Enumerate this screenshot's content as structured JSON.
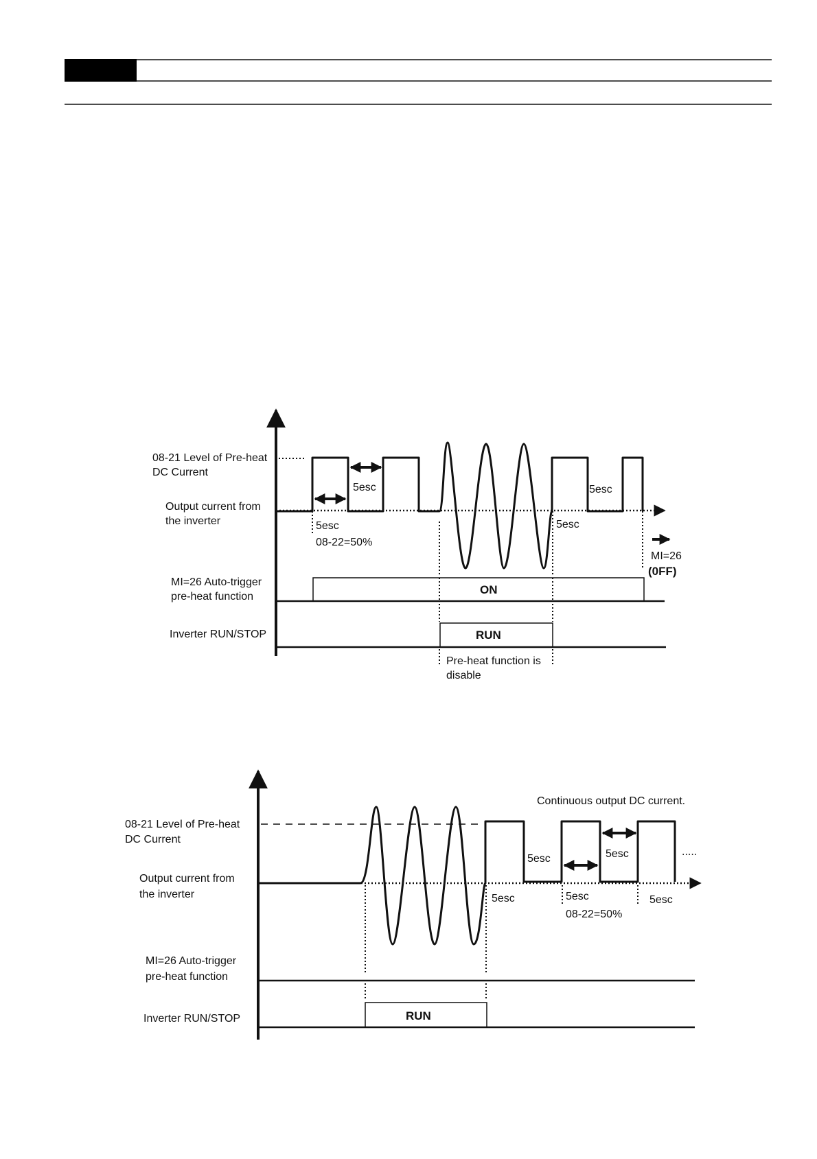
{
  "colors": {
    "ink": "#111111",
    "header_block": "#000000"
  },
  "diagram1": {
    "level_label": [
      "08-21 Level of Pre-heat",
      "DC Current"
    ],
    "output_label": [
      "Output current from",
      "the inverter"
    ],
    "mi_label": [
      "MI=26 Auto-trigger",
      "pre-heat function"
    ],
    "run_stop_label": "Inverter RUN/STOP",
    "sec_a": "5esc",
    "sec_b": "5esc",
    "sec_c": "5esc",
    "sec_d": "5esc",
    "duty": "08-22=50%",
    "mi_off": [
      "MI=26",
      "(0FF)"
    ],
    "on_label": "ON",
    "run_label": "RUN",
    "disable_note": [
      "Pre-heat function is",
      "disable"
    ]
  },
  "diagram2": {
    "continuous_note": "Continuous output DC current.",
    "level_label": [
      "08-21 Level of Pre-heat",
      "DC Current"
    ],
    "output_label": [
      "Output current from",
      "the inverter"
    ],
    "mi_label": [
      "MI=26 Auto-trigger",
      "pre-heat function"
    ],
    "run_stop_label": "Inverter RUN/STOP",
    "sec_a": "5esc",
    "sec_b": "5esc",
    "sec_c": "5esc",
    "sec_d": "5esc",
    "sec_e": "5esc",
    "duty": "08-22=50%",
    "run_label": "RUN",
    "ellipsis": "....."
  }
}
